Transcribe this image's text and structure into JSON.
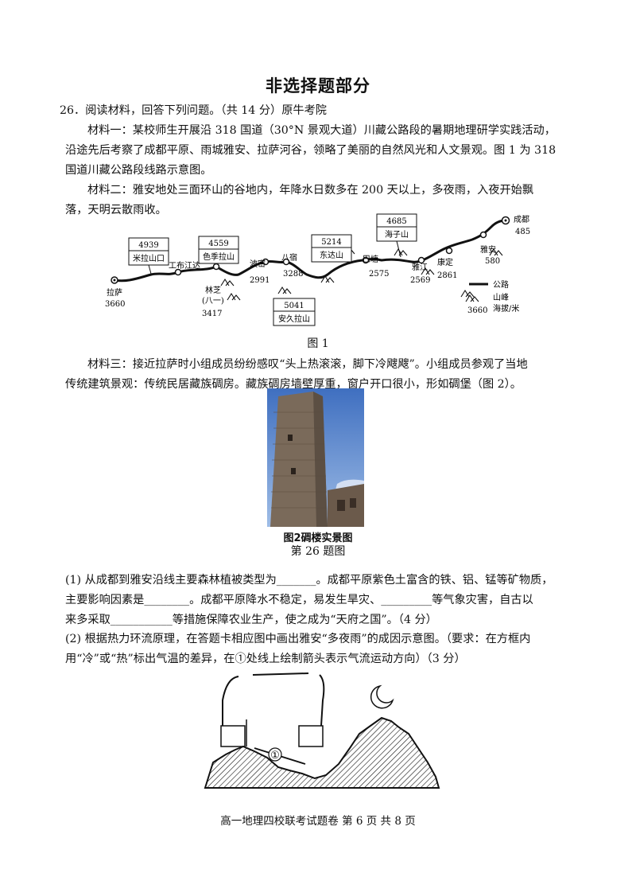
{
  "section_title": "非选择题部分",
  "question": {
    "header": "26．阅读材料，回答下列问题。（共 14 分）原牛考院",
    "m1_line1": "材料一：某校师生开展沿 318 国道（30°N 景观大道）川藏公路段的暑期地理研学实践活动，",
    "m1_line2": "沿途先后考察了成都平原、雨城雅安、拉萨河谷，领略了美丽的自然风光和人文景观。图 1 为 318",
    "m1_line3": "国道川藏公路段线路示意图。",
    "m2_line1": "材料二：雅安地处三面环山的谷地内，年降水日数多在 200 天以上，多夜雨，入夜开始飘",
    "m2_line2": "落，天明云散雨收。",
    "m3_line1": "材料三：接近拉萨时小组成员纷纷感叹“头上热滚滚，脚下冷飕飕”。小组成员参观了当地",
    "m3_line2": "传统建筑景观：传统民居藏族碉房。藏族碉房墙壁厚重，窗户开口很小，形如碉堡（图 2）。",
    "q1_line1": "(1) 从成都到雅安沿线主要森林植被类型为_______。成都平原紫色土富含的铁、铝、锰等矿物质，",
    "q1_line2": "主要影响因素是________。成都平原降水不稳定，易发生旱灾、_________等气象灾害，自古以",
    "q1_line3": "来多采取___________等措施保障农业生产，使之成为“天府之国”。（4 分）",
    "q2_line1": "(2) 根据热力环流原理，在答题卡相应图中画出雅安“多夜雨”的成因示意图。（要求：在方框内",
    "q2_line2": "用“冷”或“热”标出气温的差异，在①处线上绘制箭头表示气流运动方向）（3 分）"
  },
  "figure1": {
    "caption": "图 1",
    "passes": [
      {
        "alt": "4939",
        "name": "米拉山口"
      },
      {
        "alt": "4559",
        "name": "色季拉山"
      },
      {
        "alt": "5214",
        "name": "东达山"
      },
      {
        "alt": "4685",
        "name": "海子山"
      },
      {
        "alt": "5041",
        "name": "安久拉山"
      }
    ],
    "towns": {
      "lhasa": "拉萨",
      "lhasa_alt": "3660",
      "gongbu": "工布江达",
      "nyingchi": "林芝",
      "nyingchi_sub": "(八一)",
      "nyingchi_alt": "3417",
      "pomi": "波密",
      "pomi_alt": "2991",
      "basu": "八宿",
      "basu_alt": "3288",
      "batang": "巴塘",
      "batang_alt": "2575",
      "yajiang": "雅江",
      "yajiang_alt": "2569",
      "kangding": "康定",
      "kangding_alt": "2861",
      "yaan": "雅安",
      "yaan_alt": "580",
      "chengdu": "成都",
      "chengdu_alt": "485"
    },
    "legend": {
      "road": "公路",
      "peak": "山峰",
      "elev": "海拔/米",
      "sample": "3660"
    }
  },
  "figure2": {
    "caption": "图2碉楼实景图",
    "sub_caption": "第 26 题图"
  },
  "figure3": {
    "mark": "①"
  },
  "footer": "高一地理四校联考试题卷  第 6 页  共 8 页"
}
